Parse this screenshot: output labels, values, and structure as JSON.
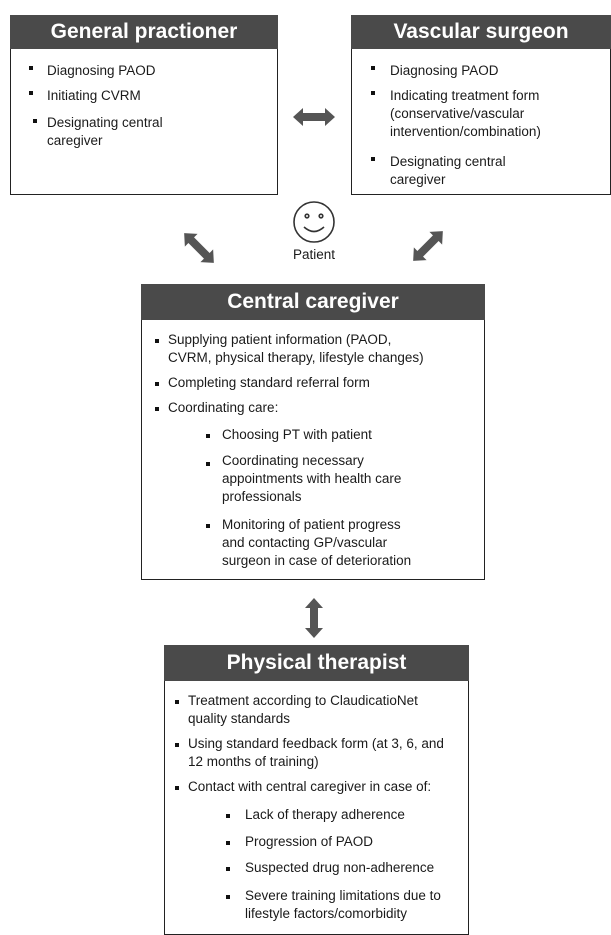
{
  "colors": {
    "header_bg": "#4a4a4a",
    "header_text": "#ffffff",
    "arrow": "#555555",
    "border": "#222222"
  },
  "gp": {
    "title": "General practioner",
    "items": [
      "Diagnosing PAOD",
      "Initiating CVRM",
      "Designating central",
      "caregiver"
    ]
  },
  "vs": {
    "title": "Vascular surgeon",
    "items": [
      "Diagnosing PAOD",
      "Indicating treatment form",
      "(conservative/vascular",
      "intervention/combination)",
      "Designating central",
      "caregiver"
    ]
  },
  "patient": {
    "label": "Patient",
    "icon": "smiley-face-icon"
  },
  "cc": {
    "title": "Central caregiver",
    "items": [
      "Supplying patient information (PAOD,",
      "CVRM, physical therapy, lifestyle changes)",
      "Completing standard referral form",
      "Coordinating care:"
    ],
    "sub_items": [
      "Choosing PT with patient",
      "Coordinating necessary",
      "appointments with health care",
      "professionals",
      "Monitoring of patient progress",
      "and contacting GP/vascular",
      "surgeon in case of deterioration"
    ]
  },
  "pt": {
    "title": "Physical therapist",
    "items": [
      "Treatment according to ClaudicatioNet",
      "quality standards",
      "Using standard feedback form (at 3, 6, and",
      "12 months of training)",
      "Contact with central caregiver in case of:"
    ],
    "sub_items": [
      "Lack of therapy adherence",
      "Progression of PAOD",
      "Suspected drug non-adherence",
      "Severe training limitations due to",
      "lifestyle factors/comorbidity"
    ]
  }
}
